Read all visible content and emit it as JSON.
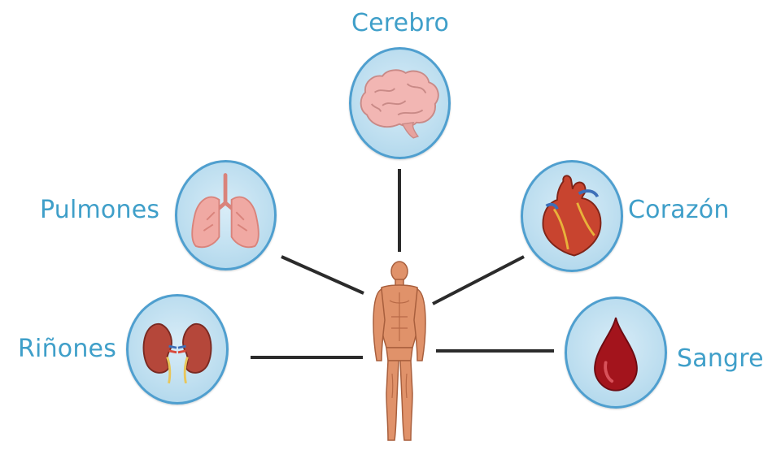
{
  "organs": {
    "brain": {
      "label": "Cerebro"
    },
    "lungs": {
      "label": "Pulmones"
    },
    "heart": {
      "label": "Corazón"
    },
    "kidneys": {
      "label": "Riñones"
    },
    "blood": {
      "label": "Sangre"
    }
  },
  "colors": {
    "label": "#3f9fc9",
    "circle_border": "#4f9fcf",
    "circle_fill": "#bfdff0",
    "connector": "#2b2b2b",
    "brain": "#f2b6b3",
    "lungs": "#f0a9a3",
    "heart": "#c8442f",
    "kidney": "#b5473a",
    "blood": "#a3141c",
    "body": "#e0926a"
  }
}
